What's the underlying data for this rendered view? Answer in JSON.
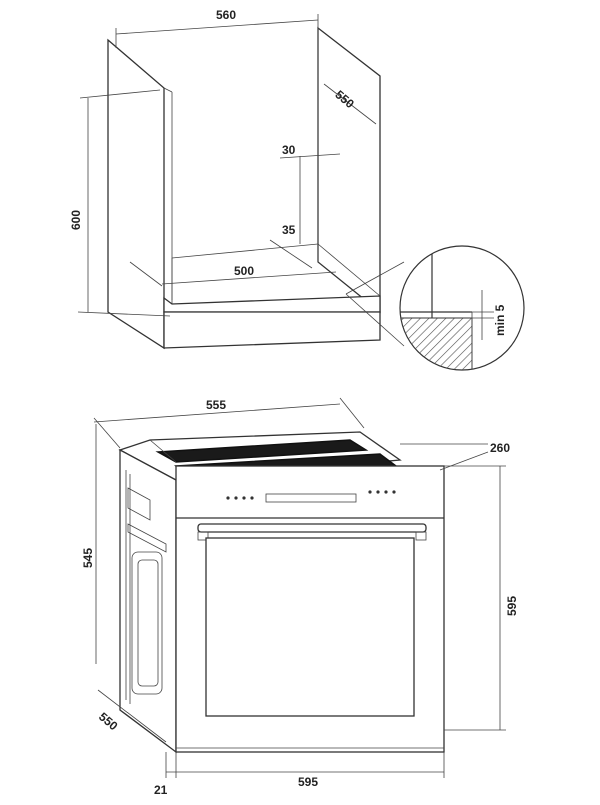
{
  "cabinet": {
    "dim_width": "560",
    "dim_depth": "550",
    "dim_height": "600",
    "dim_rear_gap": "30",
    "dim_front_offset": "35",
    "dim_inner_width": "500",
    "dim_min_clearance": "min 5"
  },
  "oven": {
    "dim_body_width": "555",
    "dim_depth_total": "260",
    "dim_body_height": "545",
    "dim_front_height": "595",
    "dim_body_depth": "550",
    "dim_front_thickness": "21",
    "dim_front_width": "595"
  }
}
